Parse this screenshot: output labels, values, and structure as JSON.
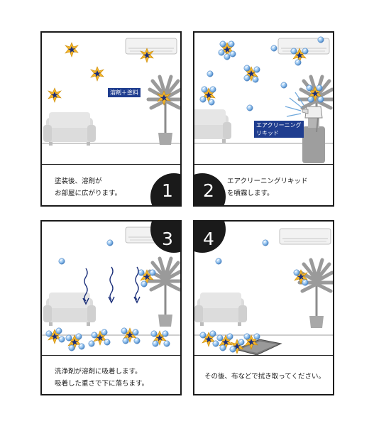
{
  "panels": [
    {
      "number": "1",
      "caption": "塗装後、溶剤が\nお部屋に広がります。",
      "label": "溶剤＋塗料"
    },
    {
      "number": "2",
      "caption": "エアクリーニングリキッド\nを噴霧します。",
      "label": "エアクリーニング\nリキッド"
    },
    {
      "number": "3",
      "caption": "洗浄剤が溶剤に吸着します。\n吸着した重さで下に落ちます。"
    },
    {
      "number": "4",
      "caption": "その後、布などで拭き取ってください。"
    }
  ],
  "colors": {
    "accent": "#1f3d8f",
    "bubble": "#6fa8dc",
    "star": "#f0b429",
    "furniture": "#c8c8c8",
    "badge": "#1a1a1a"
  },
  "icons": [
    "air-conditioner-icon",
    "sofa-icon",
    "potted-plant-icon",
    "spray-bottle-icon",
    "solvent-star-icon",
    "cleaning-bubble-icon",
    "down-arrow-icon",
    "cloth-icon"
  ]
}
